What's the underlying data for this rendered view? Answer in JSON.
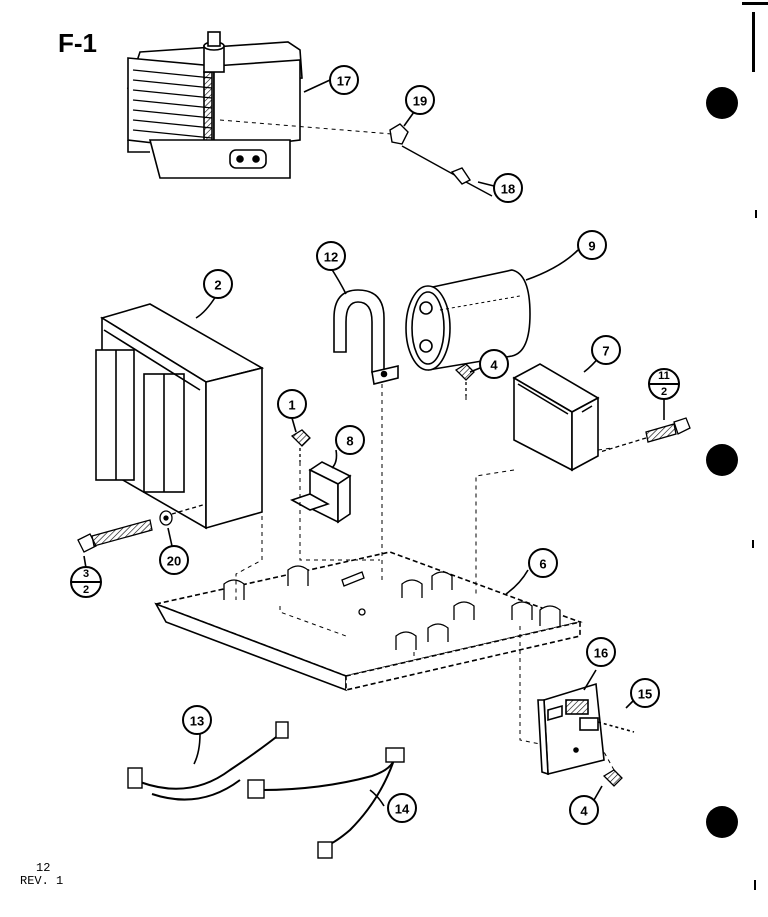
{
  "figure": {
    "label": "F-1"
  },
  "page": {
    "number": "12",
    "revision": "REV. 1"
  },
  "callouts": [
    {
      "id": "c17",
      "text": "17"
    },
    {
      "id": "c19",
      "text": "19"
    },
    {
      "id": "c18",
      "text": "18"
    },
    {
      "id": "c12",
      "text": "12"
    },
    {
      "id": "c9",
      "text": "9"
    },
    {
      "id": "c2",
      "text": "2"
    },
    {
      "id": "c4a",
      "text": "4"
    },
    {
      "id": "c7",
      "text": "7"
    },
    {
      "id": "c1",
      "text": "1"
    },
    {
      "id": "c8",
      "text": "8"
    },
    {
      "id": "c20",
      "text": "20"
    },
    {
      "id": "c6",
      "text": "6"
    },
    {
      "id": "c16",
      "text": "16"
    },
    {
      "id": "c15",
      "text": "15"
    },
    {
      "id": "c13",
      "text": "13"
    },
    {
      "id": "c14",
      "text": "14"
    },
    {
      "id": "c4b",
      "text": "4"
    }
  ],
  "fraction_callouts": [
    {
      "id": "f11",
      "top": "11",
      "bottom": "2"
    },
    {
      "id": "f3",
      "top": "3",
      "bottom": "2"
    }
  ]
}
